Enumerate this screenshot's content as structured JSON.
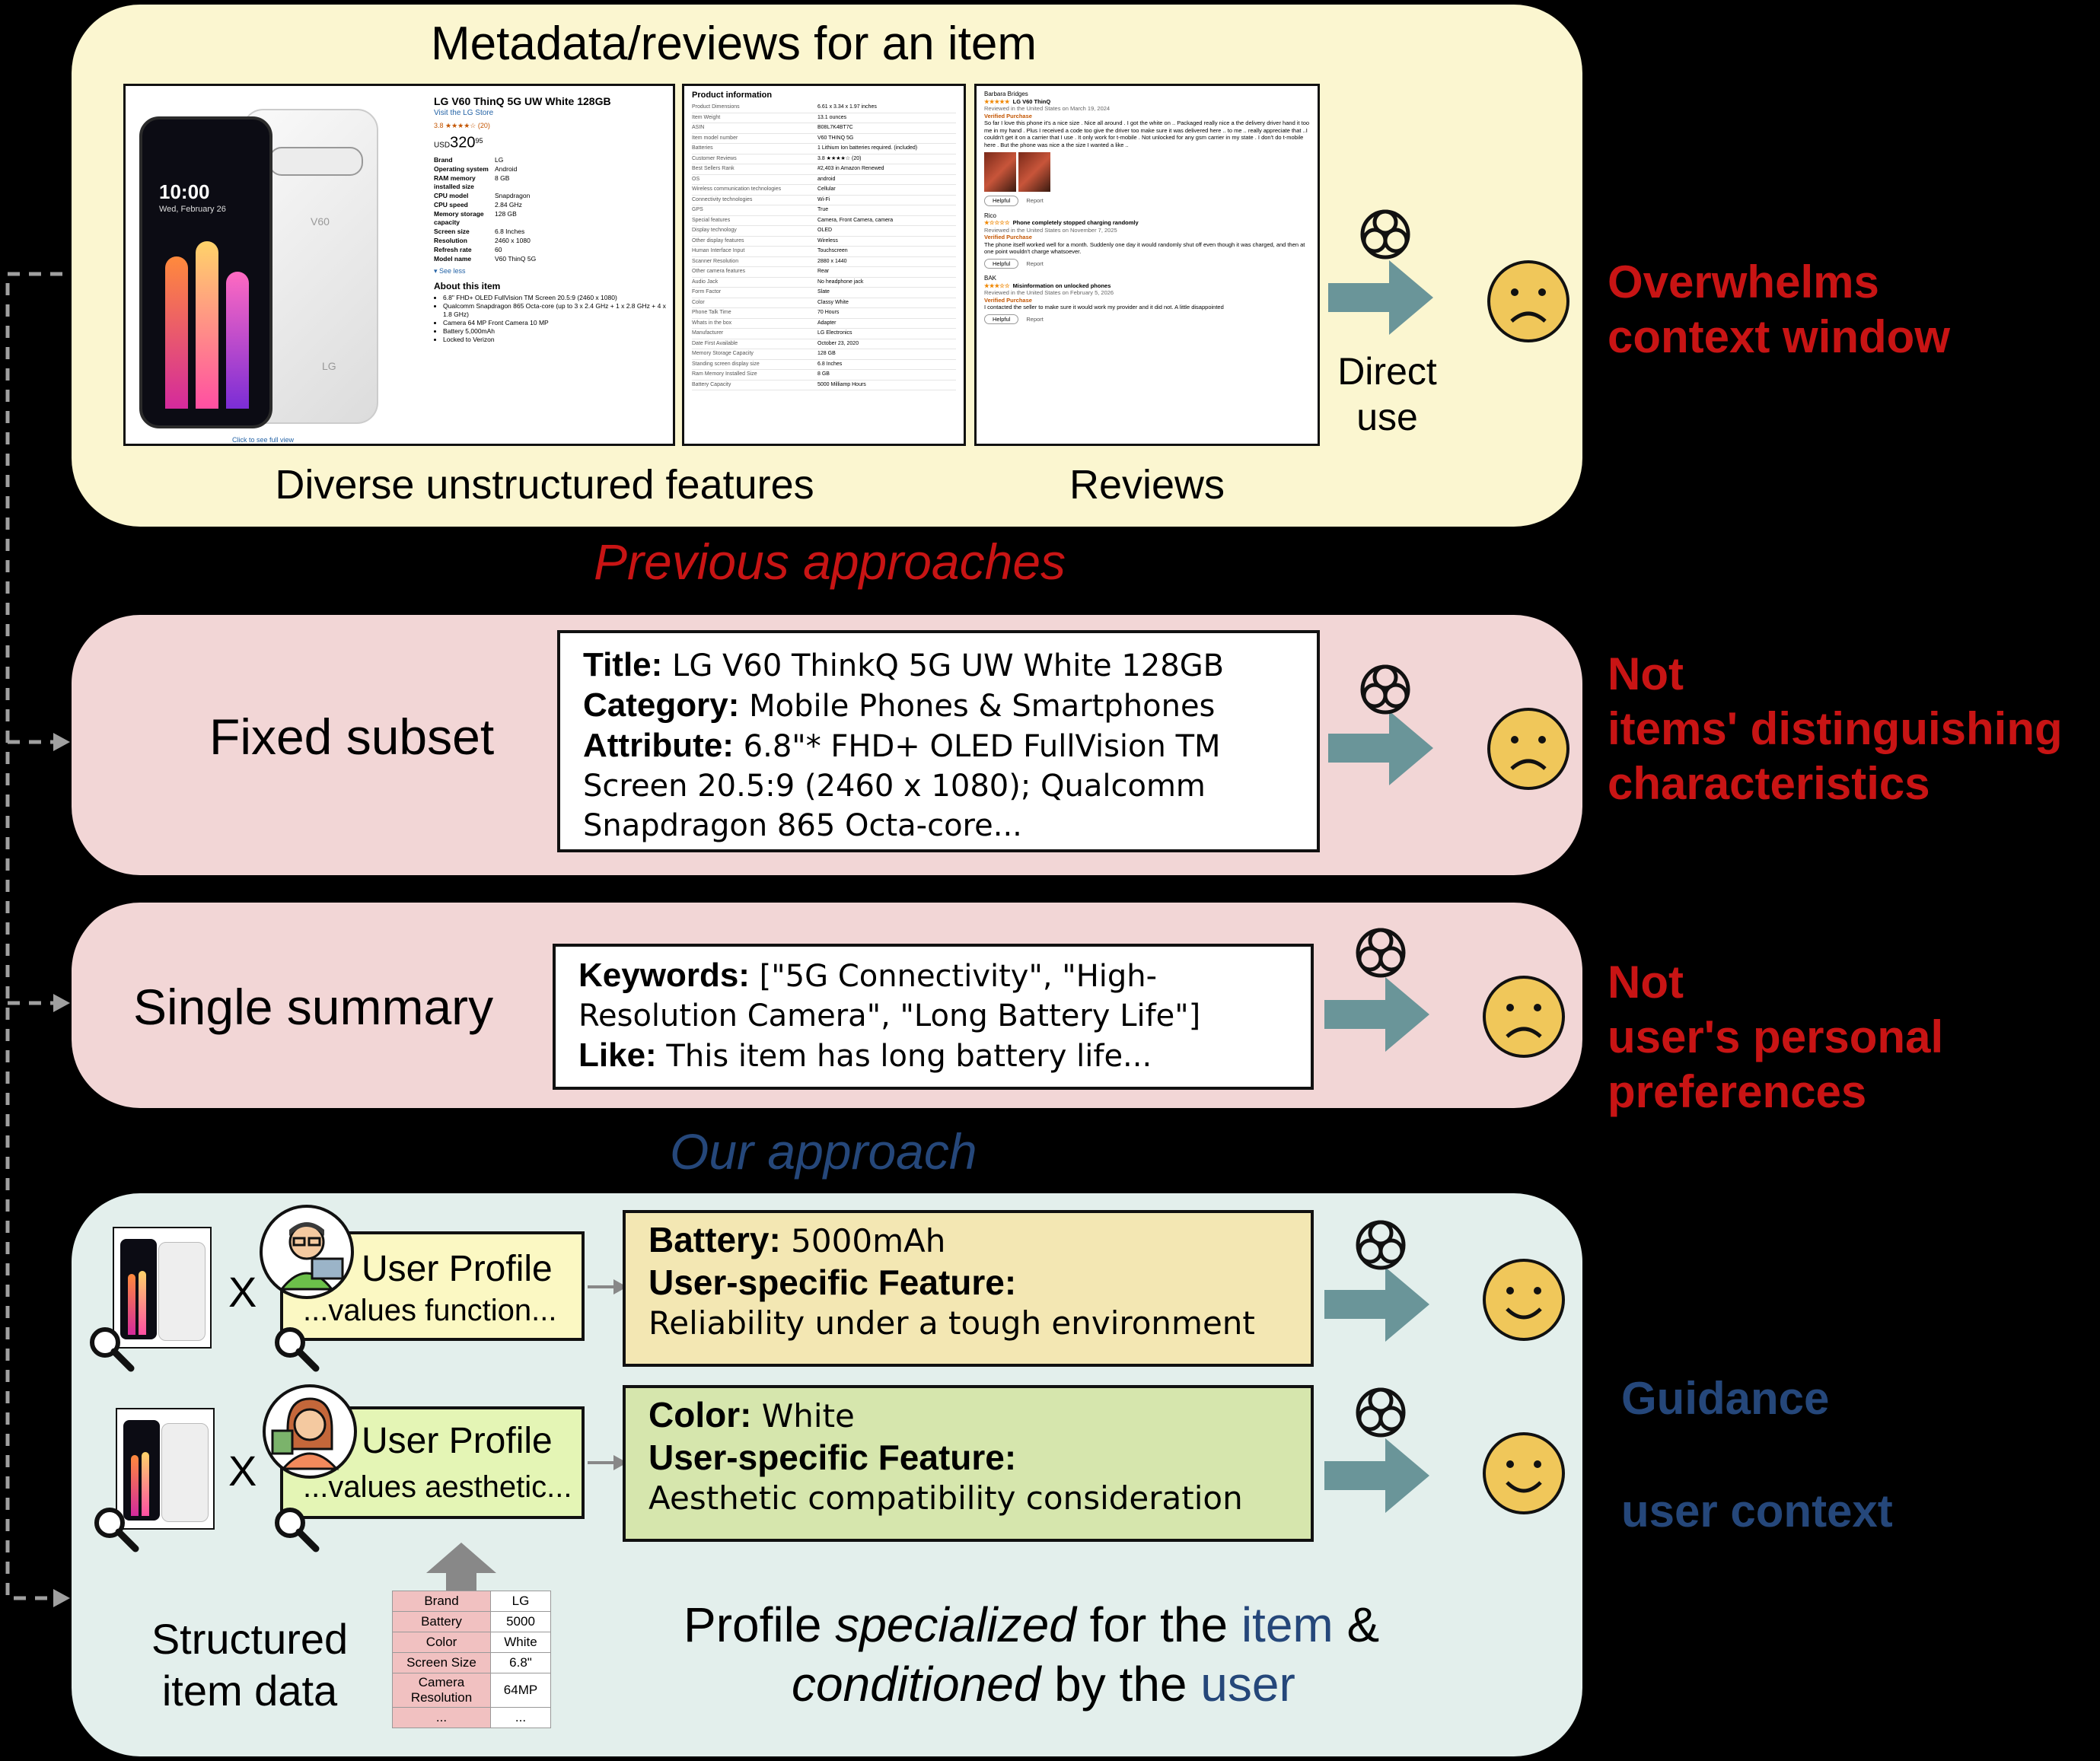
{
  "top": {
    "title": "Metadata/reviews for an item",
    "label_features": "Diverse unstructured features",
    "label_reviews": "Reviews",
    "direct_use": "Direct\nuse",
    "product": {
      "name": "LG V60 ThinQ 5G UW White 128GB",
      "store": "Visit the LG Store",
      "price_prefix": "USD",
      "price": "320",
      "price_cents": "95",
      "rating": "3.8 ★★★★☆ (20)",
      "phone_time": "10:00",
      "phone_date": "Wed, February 26",
      "specs": [
        {
          "k": "Brand",
          "v": "LG"
        },
        {
          "k": "Operating system",
          "v": "Android"
        },
        {
          "k": "RAM memory installed size",
          "v": "8 GB"
        },
        {
          "k": "CPU model",
          "v": "Snapdragon"
        },
        {
          "k": "CPU speed",
          "v": "2.84 GHz"
        },
        {
          "k": "Memory storage capacity",
          "v": "128 GB"
        },
        {
          "k": "Screen size",
          "v": "6.8 Inches"
        },
        {
          "k": "Resolution",
          "v": "2460 x 1080"
        },
        {
          "k": "Refresh rate",
          "v": "60"
        },
        {
          "k": "Model name",
          "v": "V60 ThinQ 5G"
        }
      ],
      "see_less": "▾ See less",
      "about_title": "About this item",
      "about": [
        "6.8\" FHD+ OLED FullVision TM Screen 20.5:9 (2460 x 1080)",
        "Qualcomm Snapdragon 865 Octa-core (up to 3 x 2.4 GHz + 1 x 2.8 GHz + 4 x 1.8 GHz)",
        "Camera 64 MP Front Camera 10 MP",
        "Battery 5,000mAh",
        "Locked to Verizon"
      ],
      "click_full": "Click to see full view"
    },
    "info": {
      "title": "Product information",
      "rows": [
        {
          "k": "Product Dimensions",
          "v": "6.61 x 3.34 x 1.97 inches"
        },
        {
          "k": "Item Weight",
          "v": "13.1 ounces"
        },
        {
          "k": "ASIN",
          "v": "B08L7K4BT7C"
        },
        {
          "k": "Item model number",
          "v": "V60 THINQ 5G"
        },
        {
          "k": "Batteries",
          "v": "1 Lithium Ion batteries required. (included)"
        },
        {
          "k": "Customer Reviews",
          "v": "3.8 ★★★★☆ (20)"
        },
        {
          "k": "Best Sellers Rank",
          "v": "#2,403 in Amazon Renewed"
        },
        {
          "k": "OS",
          "v": "android"
        },
        {
          "k": "Wireless communication technologies",
          "v": "Cellular"
        },
        {
          "k": "Connectivity technologies",
          "v": "Wi-Fi"
        },
        {
          "k": "GPS",
          "v": "True"
        },
        {
          "k": "Special features",
          "v": "Camera, Front Camera, camera"
        },
        {
          "k": "Display technology",
          "v": "OLED"
        },
        {
          "k": "Other display features",
          "v": "Wireless"
        },
        {
          "k": "Human Interface Input",
          "v": "Touchscreen"
        },
        {
          "k": "Scanner Resolution",
          "v": "2880 x 1440"
        },
        {
          "k": "Other camera features",
          "v": "Rear"
        },
        {
          "k": "Audio Jack",
          "v": "No headphone jack"
        },
        {
          "k": "Form Factor",
          "v": "Slate"
        },
        {
          "k": "Color",
          "v": "Classy White"
        },
        {
          "k": "Phone Talk Time",
          "v": "70 Hours"
        },
        {
          "k": "Whats in the box",
          "v": "Adapter"
        },
        {
          "k": "Manufacturer",
          "v": "LG Electronics"
        },
        {
          "k": "Date First Available",
          "v": "October 23, 2020"
        },
        {
          "k": "Memory Storage Capacity",
          "v": "128 GB"
        },
        {
          "k": "Standing screen display size",
          "v": "6.8 Inches"
        },
        {
          "k": "Ram Memory Installed Size",
          "v": "8 GB"
        },
        {
          "k": "Battery Capacity",
          "v": "5000 Milliamp Hours"
        }
      ]
    },
    "reviews": [
      {
        "user": "Barbara Bridges",
        "title": "LG V60 ThinQ",
        "stars": "★★★★★",
        "meta": "Reviewed in the United States on March 19, 2024",
        "verified": "Verified Purchase",
        "text": "So far I love this phone it's a nice size . Nice all around . I got the white on .. Packaged really nice a the delivery driver hand it too me in my hand . Plus I received a code too give the driver too make sure it was delivered here .. to me .. really appreciate that ..I couldn't get it on a carrier that I use . It only work for t-mobile . Not unlocked for any gsm carrier in my state . I don't do t-mobile here . But the phone was nice a the size I wanted a like .."
      },
      {
        "user": "Rico",
        "title": "Phone completely stopped charging randomly",
        "stars": "★☆☆☆☆",
        "meta": "Reviewed in the United States on November 7, 2025",
        "verified": "Verified Purchase",
        "text": "The phone itself worked well for a month. Suddenly one day it would randomly shut off even though it was charged, and then at one point wouldn't charge whatsoever."
      },
      {
        "user": "BAK",
        "title": "Misinformation on unlocked phones",
        "stars": "★★★☆☆",
        "meta": "Reviewed in the United States on February 5, 2026",
        "verified": "Verified Purchase",
        "text": "I contacted the seller to make sure it would work my provider and it did not. A little disappointed"
      }
    ],
    "helpful": "Helpful",
    "report": "Report"
  },
  "previous_label": "Previous approaches",
  "our_label": "Our approach",
  "fixed": {
    "label": "Fixed subset",
    "title_key": "Title:",
    "title_val": " LG V60 ThinkQ 5G UW White 128GB",
    "cat_key": "Category:",
    "cat_val": " Mobile Phones & Smartphones",
    "attr_key": "Attribute:",
    "attr_val": " 6.8\"* FHD+ OLED FullVision TM Screen 20.5:9 (2460 x 1080); Qualcomm Snapdragon 865 Octa-core...",
    "verdict": "Not\nitems' distinguishing\ncharacteristics"
  },
  "summary": {
    "label": "Single summary",
    "kw_key": "Keywords:",
    "kw_val": " [\"5G Connectivity\", \"High-Resolution Camera\", \"Long Battery Life\"]",
    "like_key": "Like:",
    "like_val": " This item has long battery life...",
    "verdict": "Not\nuser's personal\npreferences"
  },
  "overwhelms": "Overwhelms\ncontext window",
  "ours": {
    "times": "X",
    "profile_title": "User Profile",
    "profile1": "...values function...",
    "profile2": "...values aesthetic...",
    "out1_key1": "Battery:",
    "out1_val1": " 5000mAh",
    "out1_key2": "User-specific Feature:",
    "out1_val2": "Reliability under a tough environment",
    "out2_key1": "Color:",
    "out2_val1": " White",
    "out2_key2": "User-specific Feature:",
    "out2_val2": "Aesthetic compatibility consideration",
    "structured": "Structured\nitem data",
    "table": [
      {
        "k": "Brand",
        "v": "LG"
      },
      {
        "k": "Battery",
        "v": "5000"
      },
      {
        "k": "Color",
        "v": "White"
      },
      {
        "k": "Screen Size",
        "v": "6.8\""
      },
      {
        "k": "Camera Resolution",
        "v": "64MP"
      },
      {
        "k": "...",
        "v": "..."
      }
    ],
    "caption_1": "Profile ",
    "caption_2": "specialized",
    "caption_3": " for the ",
    "caption_4": "item",
    "caption_5": " &",
    "caption_6": "conditioned",
    "caption_7": " by the ",
    "caption_8": "user",
    "guidance_1": "Guidance",
    "guidance_2": "user context"
  },
  "colors": {
    "top_panel": "#fbf6d0",
    "prev_panel": "#f2d6d6",
    "ours_panel": "#e3efec",
    "arrow": "#6a9599",
    "face": "#f0c75a",
    "red_text": "#c81414",
    "blue_text": "#25477a",
    "out1_box": "#f3e7b3",
    "out2_box": "#d6e6ad",
    "profile_box": "#fbf8c3",
    "profile2_box": "#e4f5b5"
  }
}
